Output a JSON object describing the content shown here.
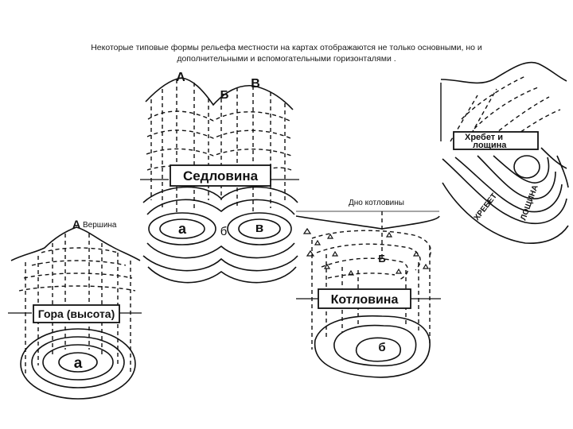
{
  "caption": {
    "line1": "Некоторые типовые формы рельефа местности на картах отображаются не только основными, но и",
    "line2": "дополнительными и вспомогательными горизонталями ."
  },
  "saddle": {
    "label": "Седловина",
    "peak_a": "А",
    "peak_b": "Б",
    "peak_v": "В",
    "plan_a": "а",
    "plan_b": "б",
    "plan_v": "в"
  },
  "mountain": {
    "label": "Гора (высота)",
    "peak": "А",
    "summit": "Вершина",
    "plan_a": "а"
  },
  "basin": {
    "label": "Котловина",
    "bottom_caption": "Дно котловины",
    "profile_b": "Б",
    "plan_b": "б"
  },
  "ridge": {
    "label_line1": "Хребет и",
    "label_line2": "лощина",
    "word_ridge": "ХРЕБЕТ",
    "word_hollow": "ЛОЩИНА"
  }
}
